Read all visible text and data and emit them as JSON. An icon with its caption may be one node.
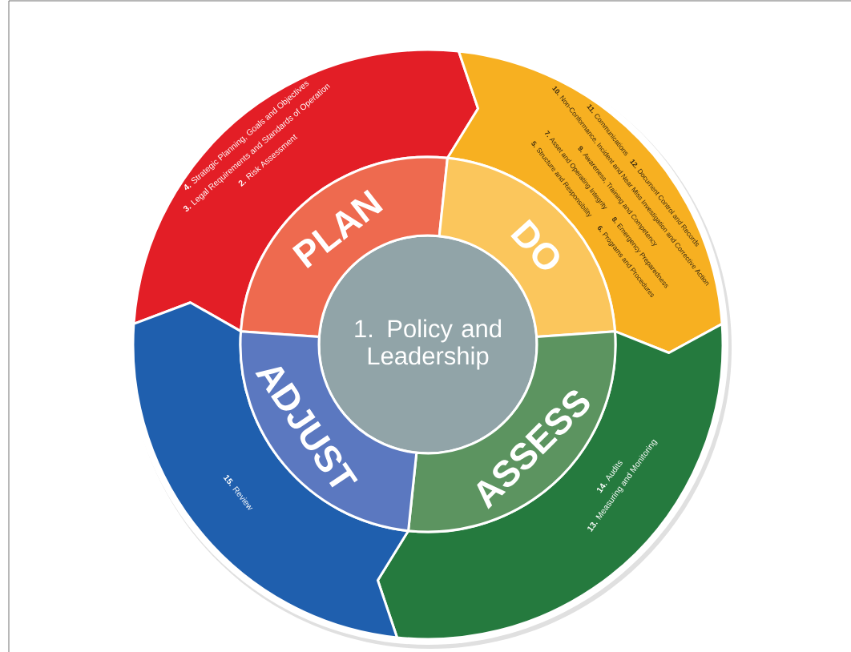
{
  "diagram": {
    "nodes": [
      {
        "text": [
          "1. Policy and Leadership"
        ]
      },
      {
        "text": [
          "PLAN",
          "**4.** Strategic Planning, Goals and Objectives",
          "**3.** Legal Requirements and Standards of Operation",
          "**2.** Risk Assessment"
        ]
      },
      {
        "text": [
          "DO",
          "**11.** Communications",
          "**12.** Document Control and Records",
          "**10.** Non-Conformance, Incident and Near Miss Investigation and Corrective Action",
          "**9.** Awareness, Training and Competency",
          "**7.** Asset and Operating Integrity",
          "**8.** Emergency Preparedness",
          "**5.** Structure and Responsibility",
          "**6.** Programs and Procedures"
        ]
      },
      {
        "text": [
          "ASSESS",
          "**13.** Measuring and Monitoring",
          "**14.** Audits"
        ]
      },
      {
        "text": [
          "ADJUST",
          "**15.** Review"
        ]
      }
    ]
  }
}
